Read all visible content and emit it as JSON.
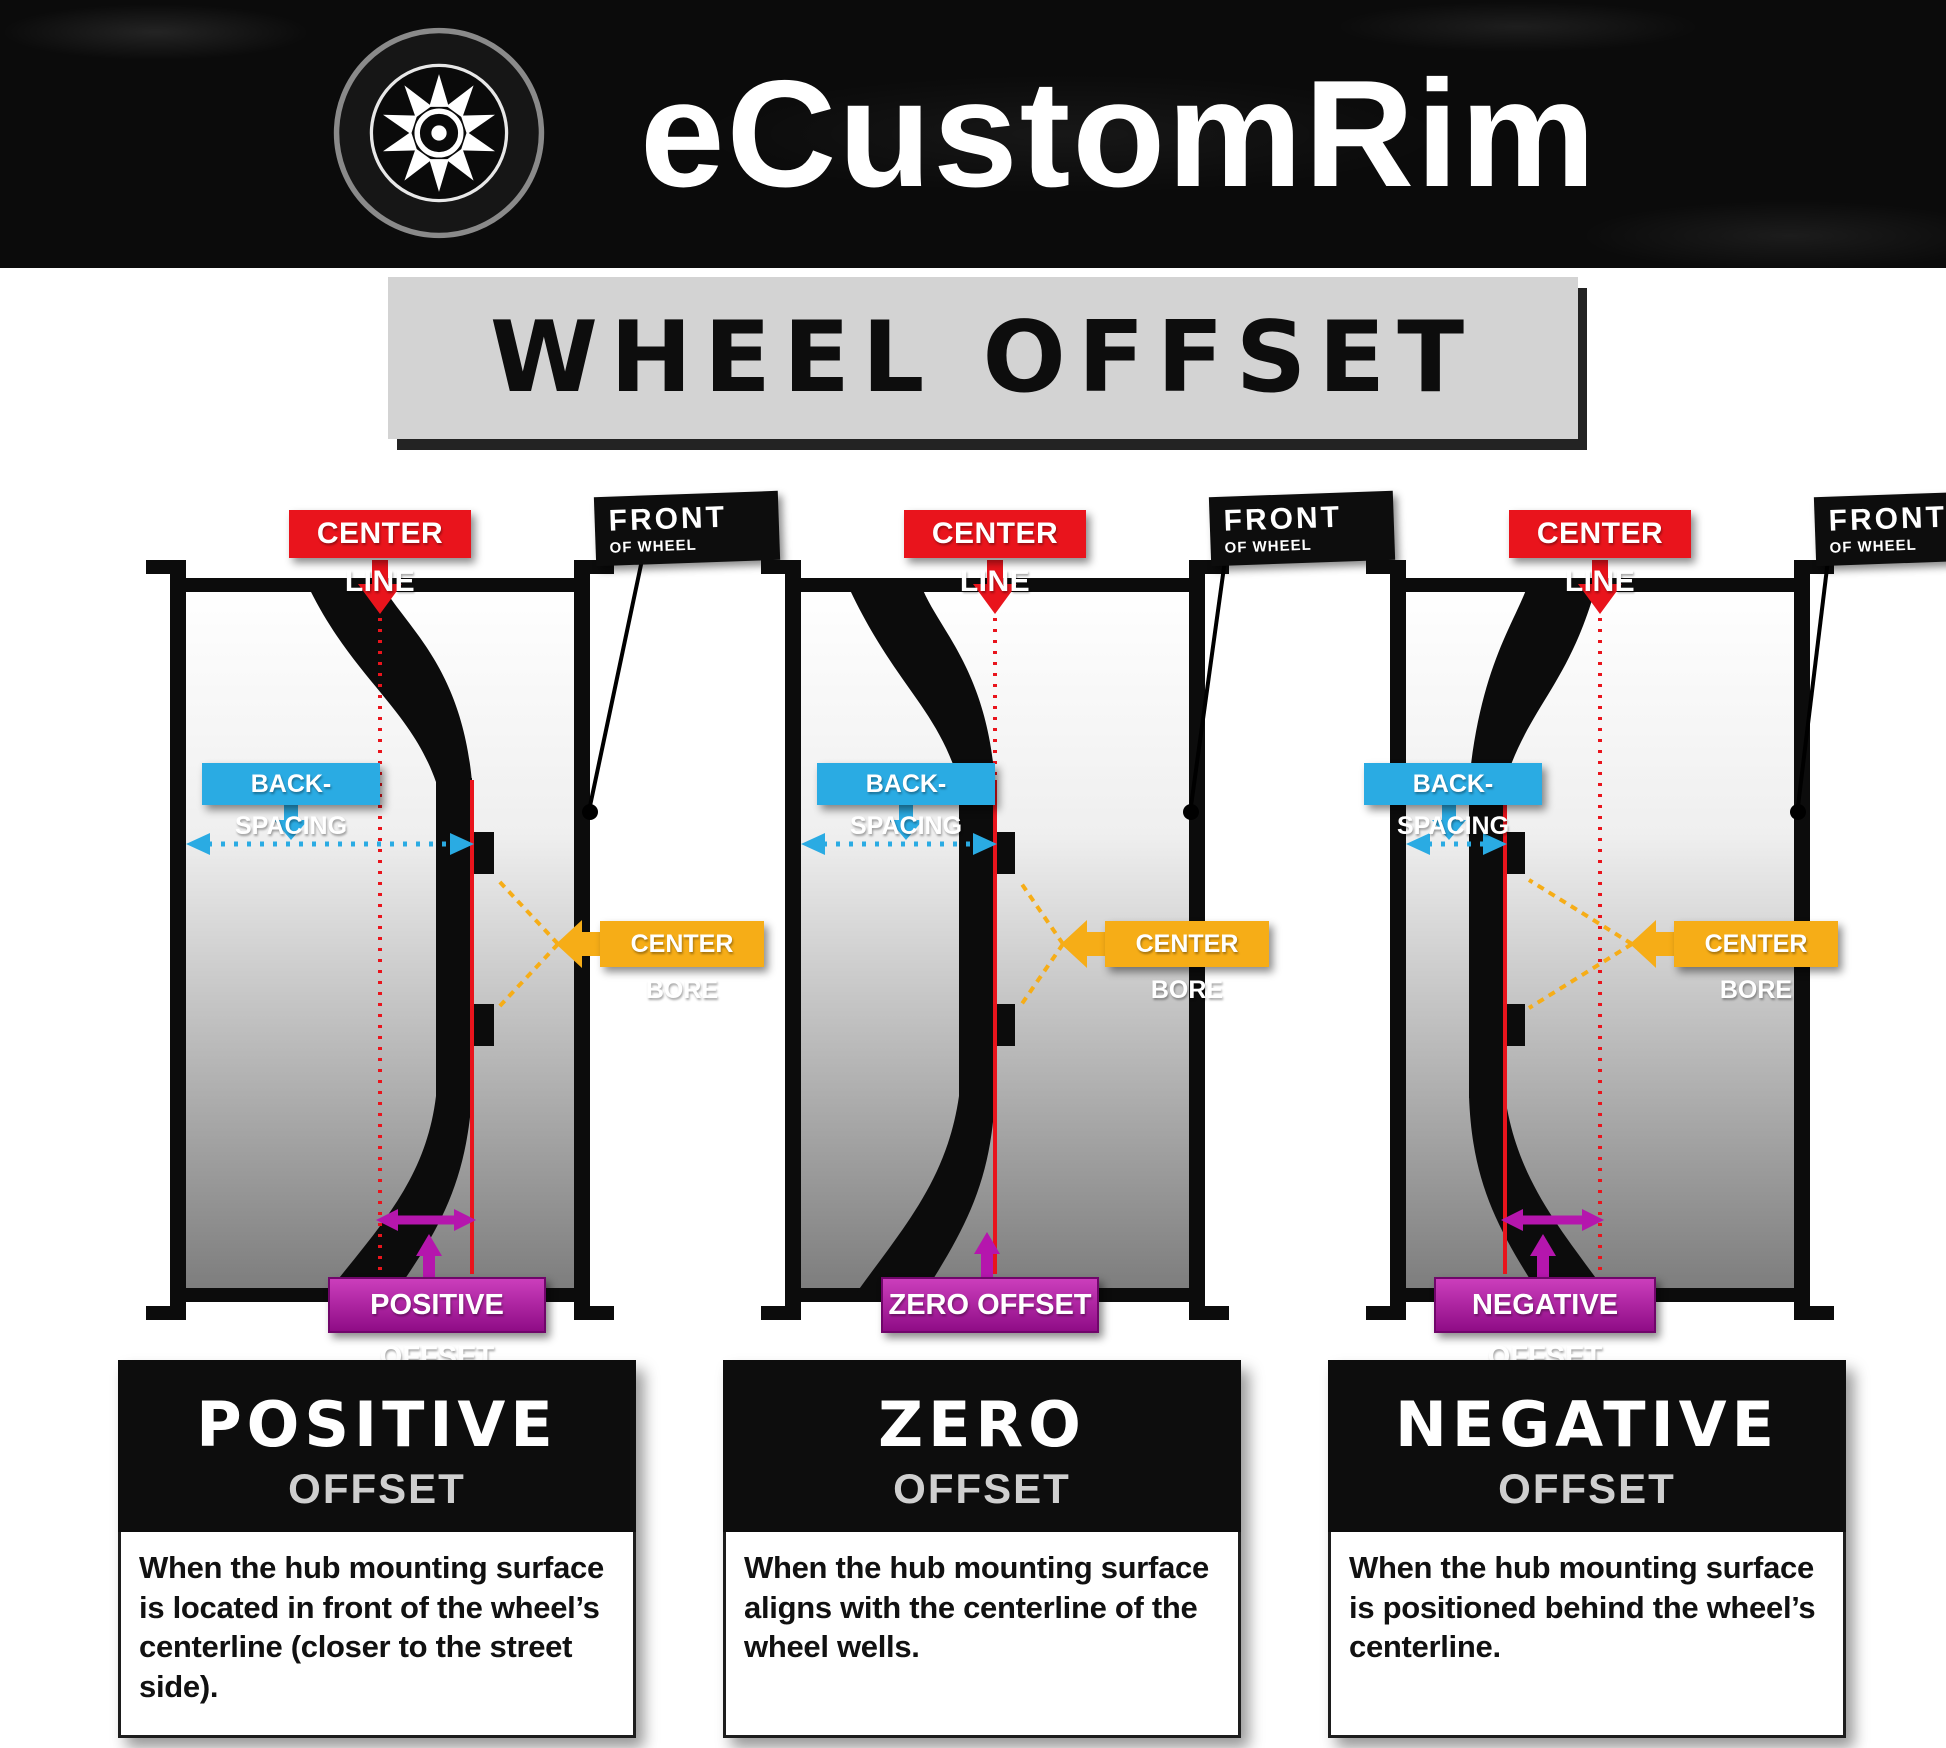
{
  "header": {
    "brand": "eCustomRim"
  },
  "title_banner": {
    "text": "WHEEL OFFSET"
  },
  "shared_labels": {
    "center_line": "CENTER LINE",
    "front_line1": "FRONT",
    "front_line2": "OF WHEEL",
    "back_spacing": "BACK-SPACING",
    "center_bore": "CENTER BORE"
  },
  "diagrams": [
    {
      "offset_label": "POSITIVE OFFSET"
    },
    {
      "offset_label": "ZERO OFFSET"
    },
    {
      "offset_label": "NEGATIVE OFFSET"
    }
  ],
  "cards": [
    {
      "title": "POSITIVE",
      "subtitle": "OFFSET",
      "description": "When the hub mounting surface is located in front of the wheel’s centerline (closer to the street side)."
    },
    {
      "title": "ZERO",
      "subtitle": "OFFSET",
      "description": "When the hub mounting surface aligns with the centerline of the wheel wells."
    },
    {
      "title": "NEGATIVE",
      "subtitle": "OFFSET",
      "description": "When the hub mounting surface is positioned behind the wheel’s centerline."
    }
  ],
  "colors": {
    "red": "#e9141c",
    "cyan": "#2aabe3",
    "yellow": "#f6ad17",
    "magenta": "#b516ad",
    "black": "#0d0d0d",
    "gray_panel": "#d3d3d3"
  }
}
